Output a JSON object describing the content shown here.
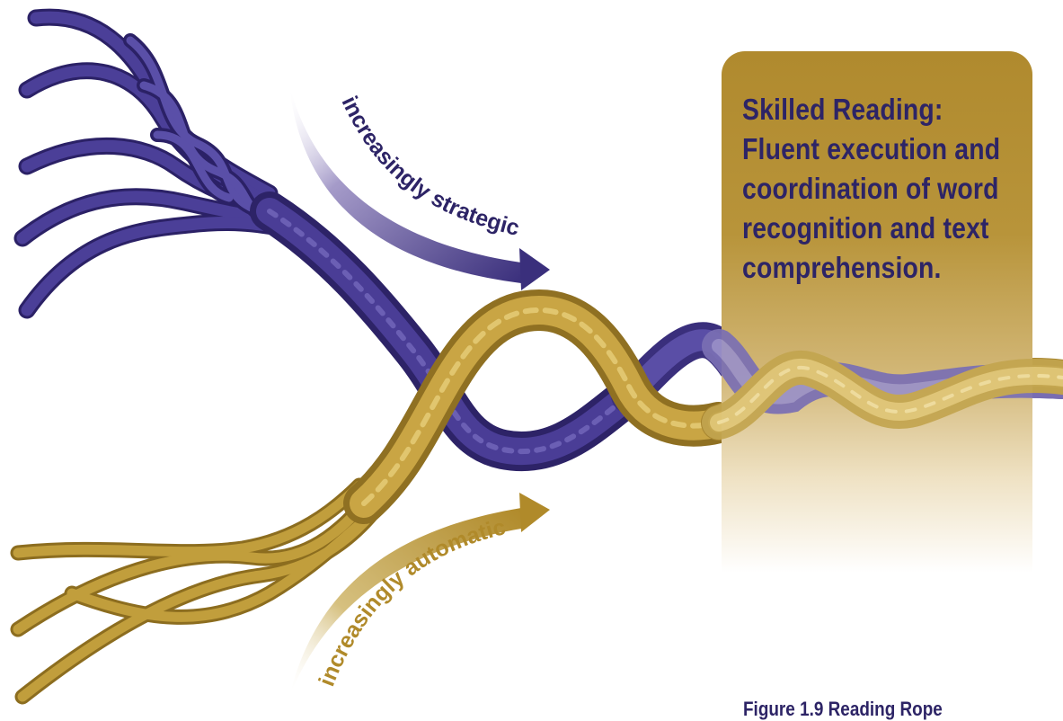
{
  "callout": {
    "lines": [
      "Skilled Reading:",
      "Fluent execution and",
      "coordination of word",
      "recognition and text",
      "comprehension."
    ]
  },
  "arrows": {
    "top_label": "increasingly strategic",
    "bottom_label": "increasingly automatic"
  },
  "caption": "Figure 1.9 Reading Rope",
  "colors": {
    "purple_strand": "#3f3284",
    "gold_strand": "#b8952f",
    "text": "#2d2466"
  }
}
